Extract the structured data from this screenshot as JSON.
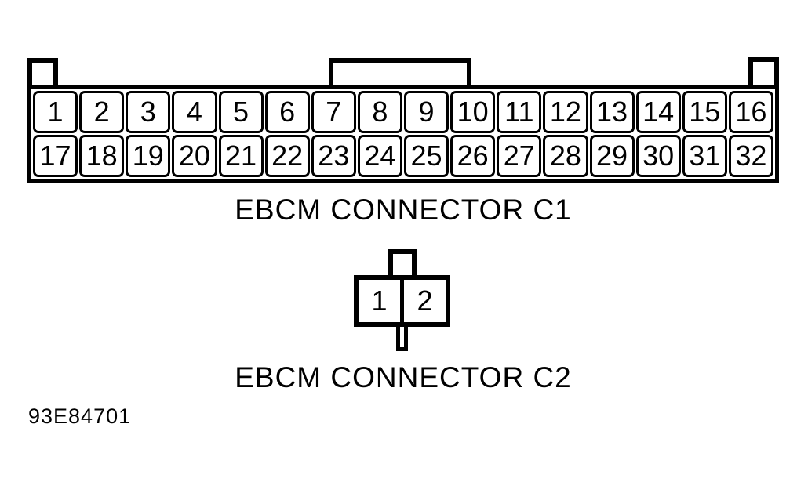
{
  "figure": {
    "id_code": "93E84701",
    "colors": {
      "line": "#000000",
      "background": "#ffffff"
    },
    "c1": {
      "label": "EBCM CONNECTOR C1",
      "pins_row1": [
        "1",
        "2",
        "3",
        "4",
        "5",
        "6",
        "7",
        "8",
        "9",
        "10",
        "11",
        "12",
        "13",
        "14",
        "15",
        "16"
      ],
      "pins_row2": [
        "17",
        "18",
        "19",
        "20",
        "21",
        "22",
        "23",
        "24",
        "25",
        "26",
        "27",
        "28",
        "29",
        "30",
        "31",
        "32"
      ]
    },
    "c2": {
      "label": "EBCM CONNECTOR C2",
      "pins": [
        "1",
        "2"
      ]
    }
  }
}
